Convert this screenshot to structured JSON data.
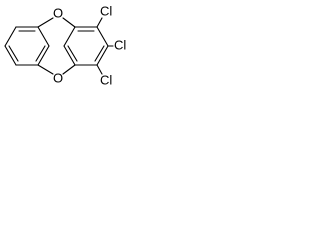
{
  "molecule": {
    "atoms": {
      "o_top": "O",
      "o_bottom": "O",
      "cl_top": "Cl",
      "cl_right": "Cl",
      "cl_bottom": "Cl"
    }
  },
  "colors": {
    "bond": "#000000",
    "label": "#000000",
    "background": "#ffffff"
  }
}
